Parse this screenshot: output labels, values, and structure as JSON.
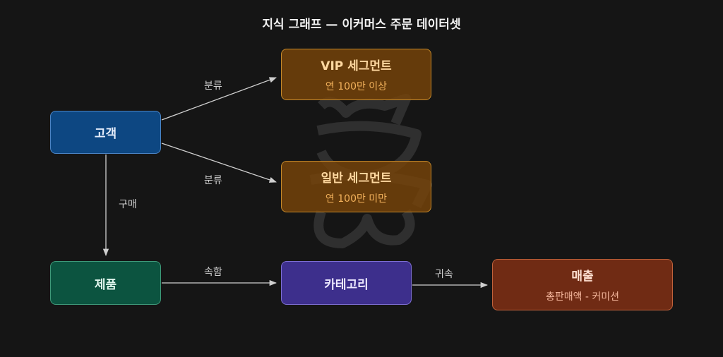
{
  "title": "지식 그래프 — 이커머스 주문 데이터셋",
  "nodes": {
    "customer": {
      "label": "고객"
    },
    "vip": {
      "label": "VIP 세그먼트",
      "sub": "연 100만 이상"
    },
    "normal": {
      "label": "일반 세그먼트",
      "sub": "연 100만 미만"
    },
    "product": {
      "label": "제품"
    },
    "category": {
      "label": "카테고리"
    },
    "sales": {
      "label": "매출",
      "sub": "총판매액 - 커미션"
    }
  },
  "edges": {
    "customer_vip": "분류",
    "customer_normal": "분류",
    "customer_product": "구매",
    "product_category": "속함",
    "category_sales": "귀속"
  },
  "colors": {
    "background": "#151515",
    "edge": "#cfcfcf",
    "customer": "#0d4782",
    "segment": "#78440a",
    "product": "#0c5440",
    "category": "#3d2f8c",
    "sales": "#702b14"
  }
}
